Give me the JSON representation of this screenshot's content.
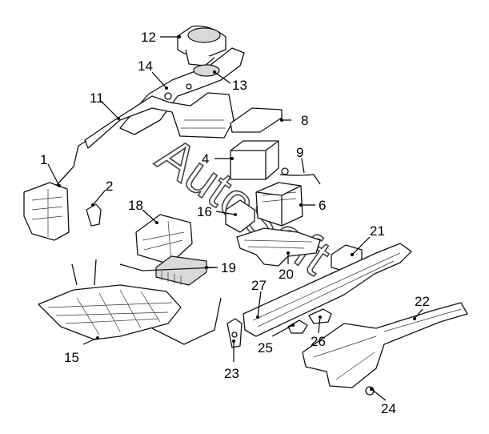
{
  "diagram": {
    "watermark": "AutoSoft",
    "callouts": [
      "1",
      "2",
      "4",
      "6",
      "8",
      "9",
      "11",
      "12",
      "13",
      "14",
      "15",
      "16",
      "18",
      "19",
      "20",
      "21",
      "22",
      "23",
      "24",
      "25",
      "26",
      "27"
    ]
  },
  "colors": {
    "line": "#111111",
    "shade": "#d9d9d9",
    "background": "#ffffff"
  }
}
